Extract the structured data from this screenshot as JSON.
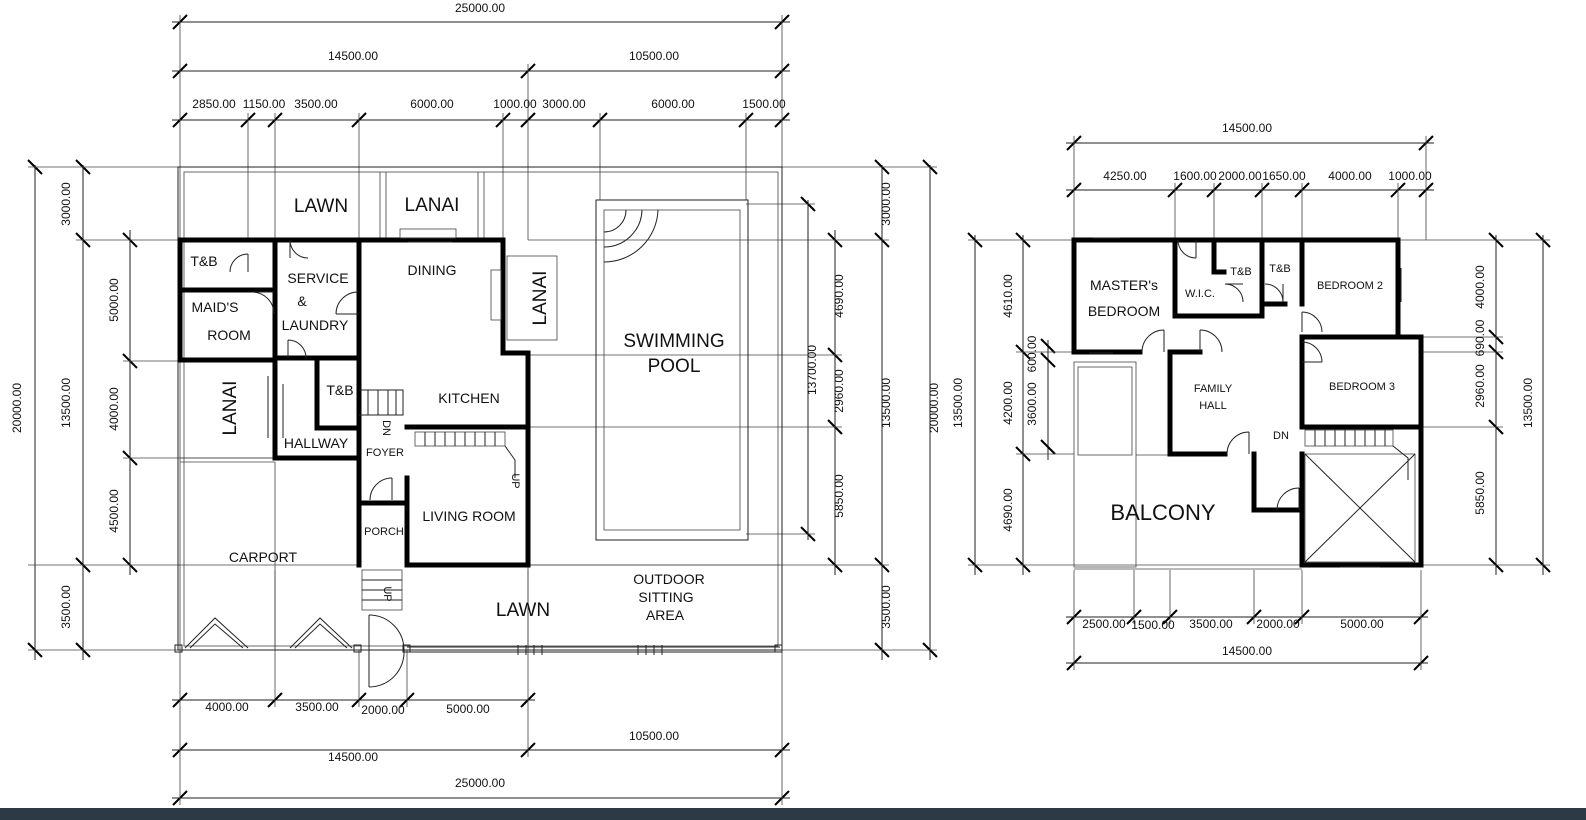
{
  "ground_floor": {
    "top_dims": {
      "overall": "25000.00",
      "left_half": "14500.00",
      "right_half": "10500.00",
      "segments": [
        "2850.00",
        "1150.00",
        "3500.00",
        "6000.00",
        "1000.00",
        "3000.00",
        "6000.00",
        "1500.00"
      ]
    },
    "bottom_dims": {
      "overall": "25000.00",
      "left_half": "14500.00",
      "right_half": "10500.00",
      "segments": [
        "4000.00",
        "3500.00",
        "2000.00",
        "5000.00"
      ]
    },
    "left_dims": {
      "overall": "20000.00",
      "middle": "13500.00",
      "segments": [
        "3000.00",
        "5000.00",
        "4000.00",
        "4500.00",
        "3500.00"
      ]
    },
    "right_dims": {
      "overall": "20000.00",
      "middle": "13500.00",
      "pool": "13700.00",
      "segments": [
        "3000.00",
        "4690.00",
        "2960.00",
        "5850.00",
        "3500.00"
      ]
    },
    "rooms": {
      "lawn_top": "LAWN",
      "lanai_top": "LANAI",
      "tb_1": "T&B",
      "maids_room_1": "MAID'S",
      "maids_room_2": "ROOM",
      "service_1": "SERVICE",
      "service_2": "&",
      "service_3": "LAUNDRY",
      "dining": "DINING",
      "lanai_right": "LANAI",
      "swimming_pool_1": "SWIMMING",
      "swimming_pool_2": "POOL",
      "lanai_left": "LANAI",
      "tb_2": "T&B",
      "kitchen": "KITCHEN",
      "hallway": "HALLWAY",
      "dn": "DN",
      "foyer": "FOYER",
      "up_1": "UP",
      "living_room": "LIVING ROOM",
      "porch": "PORCH",
      "carport": "CARPORT",
      "up_2": "UP",
      "lawn_bottom": "LAWN",
      "outdoor_1": "OUTDOOR",
      "outdoor_2": "SITTING",
      "outdoor_3": "AREA"
    }
  },
  "second_floor": {
    "top_dims": {
      "overall": "14500.00",
      "segments": [
        "4250.00",
        "1600.00",
        "2000.00",
        "1650.00",
        "4000.00",
        "1000.00"
      ]
    },
    "bottom_dims": {
      "overall": "14500.00",
      "segments": [
        "2500.00",
        "1500.00",
        "3500.00",
        "2000.00",
        "5000.00"
      ]
    },
    "left_dims": {
      "overall": "13500.00",
      "segments": [
        "4610.00",
        "4200.00",
        "3600.00",
        "600.00",
        "4690.00"
      ]
    },
    "right_dims": {
      "overall": "13500.00",
      "segments": [
        "4000.00",
        "690.00",
        "2960.00",
        "5850.00"
      ]
    },
    "rooms": {
      "masters_1": "MASTER's",
      "masters_2": "BEDROOM",
      "wic": "W.I.C.",
      "tb_1": "T&B",
      "tb_2": "T&B",
      "bedroom_2": "BEDROOM 2",
      "family_1": "FAMILY",
      "family_2": "HALL",
      "bedroom_3": "BEDROOM 3",
      "dn": "DN",
      "balcony": "BALCONY"
    }
  }
}
